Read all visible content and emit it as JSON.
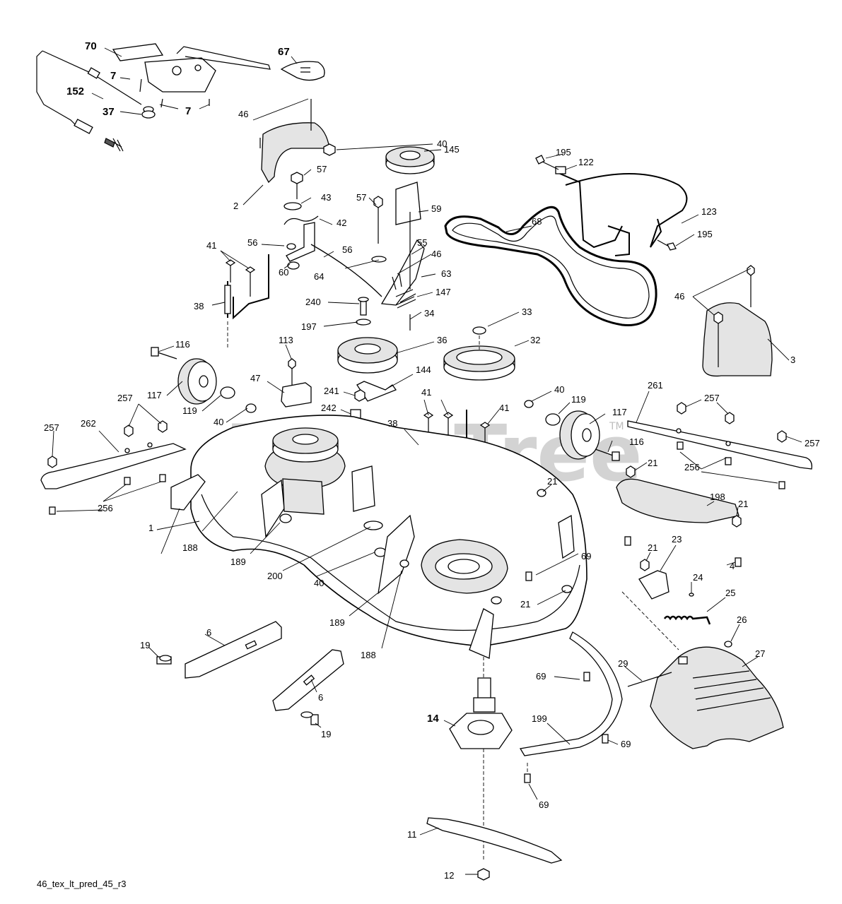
{
  "diagram": {
    "footer_code": "46_tex_lt_pred_45_r3",
    "watermark": "PartsTree",
    "watermark_tm": "TM",
    "callouts": [
      {
        "id": "c70",
        "text": "70",
        "bold": true
      },
      {
        "id": "c7a",
        "text": "7",
        "bold": true
      },
      {
        "id": "c152",
        "text": "152",
        "bold": true
      },
      {
        "id": "c37",
        "text": "37",
        "bold": true
      },
      {
        "id": "c7b",
        "text": "7",
        "bold": true
      },
      {
        "id": "c67",
        "text": "67",
        "bold": true
      },
      {
        "id": "c46a",
        "text": "46"
      },
      {
        "id": "c2",
        "text": "2"
      },
      {
        "id": "c40a",
        "text": "40"
      },
      {
        "id": "c145",
        "text": "145"
      },
      {
        "id": "c195a",
        "text": "195"
      },
      {
        "id": "c122",
        "text": "122"
      },
      {
        "id": "c57a",
        "text": "57"
      },
      {
        "id": "c43",
        "text": "43"
      },
      {
        "id": "c42",
        "text": "42"
      },
      {
        "id": "c57b",
        "text": "57"
      },
      {
        "id": "c59",
        "text": "59"
      },
      {
        "id": "c68",
        "text": "68"
      },
      {
        "id": "c123",
        "text": "123"
      },
      {
        "id": "c195b",
        "text": "195"
      },
      {
        "id": "c41a",
        "text": "41"
      },
      {
        "id": "c56a",
        "text": "56"
      },
      {
        "id": "c56b",
        "text": "56"
      },
      {
        "id": "c55",
        "text": "55"
      },
      {
        "id": "c46b",
        "text": "46"
      },
      {
        "id": "c60",
        "text": "60"
      },
      {
        "id": "c64",
        "text": "64"
      },
      {
        "id": "c63",
        "text": "63"
      },
      {
        "id": "c147",
        "text": "147"
      },
      {
        "id": "c38a",
        "text": "38"
      },
      {
        "id": "c240",
        "text": "240"
      },
      {
        "id": "c34",
        "text": "34"
      },
      {
        "id": "c46c",
        "text": "46"
      },
      {
        "id": "c33",
        "text": "33"
      },
      {
        "id": "c197",
        "text": "197"
      },
      {
        "id": "c36",
        "text": "36"
      },
      {
        "id": "c32",
        "text": "32"
      },
      {
        "id": "c3",
        "text": "3"
      },
      {
        "id": "c116a",
        "text": "116"
      },
      {
        "id": "c113",
        "text": "113"
      },
      {
        "id": "c144",
        "text": "144"
      },
      {
        "id": "c47",
        "text": "47"
      },
      {
        "id": "c117a",
        "text": "117"
      },
      {
        "id": "c241",
        "text": "241"
      },
      {
        "id": "c119a",
        "text": "119"
      },
      {
        "id": "c242",
        "text": "242"
      },
      {
        "id": "c41b",
        "text": "41"
      },
      {
        "id": "c41c",
        "text": "41"
      },
      {
        "id": "c40b",
        "text": "40"
      },
      {
        "id": "c119b",
        "text": "119"
      },
      {
        "id": "c261",
        "text": "261"
      },
      {
        "id": "c257a",
        "text": "257"
      },
      {
        "id": "c262",
        "text": "262"
      },
      {
        "id": "c257b",
        "text": "257"
      },
      {
        "id": "c40c",
        "text": "40"
      },
      {
        "id": "c38b",
        "text": "38"
      },
      {
        "id": "c117b",
        "text": "117"
      },
      {
        "id": "c257c",
        "text": "257"
      },
      {
        "id": "c257d",
        "text": "257"
      },
      {
        "id": "c116b",
        "text": "116"
      },
      {
        "id": "c256a",
        "text": "256"
      },
      {
        "id": "c21a",
        "text": "21"
      },
      {
        "id": "c21b",
        "text": "21"
      },
      {
        "id": "c256b",
        "text": "256"
      },
      {
        "id": "c198",
        "text": "198"
      },
      {
        "id": "c1",
        "text": "1"
      },
      {
        "id": "c188a",
        "text": "188"
      },
      {
        "id": "c21c",
        "text": "21"
      },
      {
        "id": "c189a",
        "text": "189"
      },
      {
        "id": "c200",
        "text": "200"
      },
      {
        "id": "c40d",
        "text": "40"
      },
      {
        "id": "c69a",
        "text": "69"
      },
      {
        "id": "c4",
        "text": "4"
      },
      {
        "id": "c21d",
        "text": "21"
      },
      {
        "id": "c23",
        "text": "23"
      },
      {
        "id": "c24",
        "text": "24"
      },
      {
        "id": "c25",
        "text": "25"
      },
      {
        "id": "c21e",
        "text": "21"
      },
      {
        "id": "c189b",
        "text": "189"
      },
      {
        "id": "c26",
        "text": "26"
      },
      {
        "id": "c6a",
        "text": "6"
      },
      {
        "id": "c19a",
        "text": "19"
      },
      {
        "id": "c188b",
        "text": "188"
      },
      {
        "id": "c27",
        "text": "27"
      },
      {
        "id": "c29",
        "text": "29"
      },
      {
        "id": "c69b",
        "text": "69"
      },
      {
        "id": "c6b",
        "text": "6"
      },
      {
        "id": "c14",
        "text": "14",
        "bold": true
      },
      {
        "id": "c199",
        "text": "199"
      },
      {
        "id": "c19b",
        "text": "19"
      },
      {
        "id": "c69c",
        "text": "69"
      },
      {
        "id": "c69d",
        "text": "69"
      },
      {
        "id": "c11",
        "text": "11"
      },
      {
        "id": "c12",
        "text": "12"
      }
    ]
  }
}
